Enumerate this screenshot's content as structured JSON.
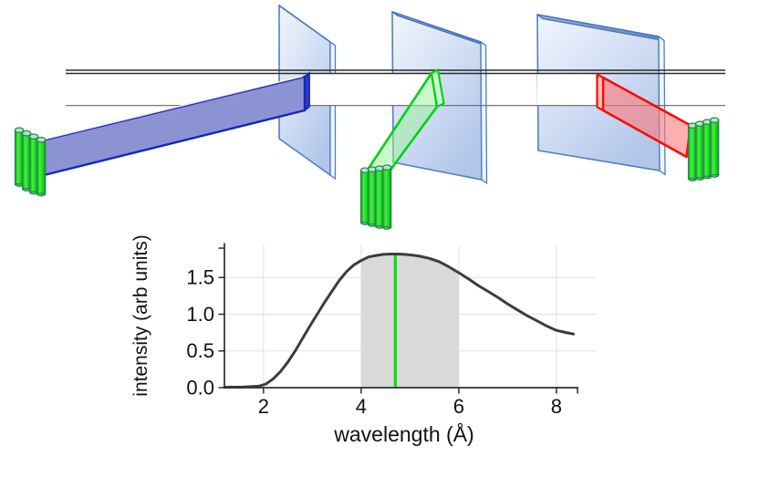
{
  "figure": {
    "background": "#ffffff",
    "diagram": {
      "panels": [
        {
          "name": "chopper-panel-1"
        },
        {
          "name": "chopper-panel-2"
        },
        {
          "name": "chopper-panel-3"
        }
      ],
      "panel_style": {
        "face_light": "#f1f6fd",
        "face_mid": "#d3dff4",
        "face_dark": "#b2c6ea",
        "border": "#4f81bd",
        "bevel": "#7b9cd4",
        "edge_strip": "#eff4fc"
      },
      "guide_lines": {
        "top_color": "#2b2b2b",
        "bottom_color": "#666666"
      },
      "beams": [
        {
          "name": "beam-blue",
          "edge": "#1726bf",
          "face": "#8b93d3",
          "endcap": "#2a3ac4"
        },
        {
          "name": "beam-green",
          "edge": "#00d213",
          "face": "rgba(152,242,152,0.5)",
          "endface": "rgba(208,247,208,0.85)"
        },
        {
          "name": "beam-red",
          "edge": "#f90c00",
          "face": "rgba(255,122,122,0.6)",
          "endface": "#ffc4c4"
        }
      ],
      "tube_banks": [
        {
          "name": "tube-bank-left",
          "tubes": 4
        },
        {
          "name": "tube-bank-center",
          "tubes": 4
        },
        {
          "name": "tube-bank-right",
          "tubes": 4
        }
      ],
      "tube_style": {
        "body": "#1edc1e",
        "body_light": "#44f144",
        "body_edge": "#0da30d",
        "cap": "#a9eeb4",
        "outline": "#2c7d62"
      }
    },
    "chart_data": {
      "type": "line",
      "title": "",
      "xlabel": "wavelength (Å)",
      "ylabel": "intensity (arb units)",
      "xlim": [
        1.2,
        8.45
      ],
      "ylim": [
        0,
        1.95
      ],
      "x_ticks": [
        2,
        4,
        6,
        8
      ],
      "y_ticks": [
        {
          "value": 0,
          "label": "0.0"
        },
        {
          "value": 0.5,
          "label": "0.5"
        },
        {
          "value": 1.0,
          "label": "1.0"
        },
        {
          "value": 1.5,
          "label": "1.5"
        }
      ],
      "grid": true,
      "grid_color": "#e4e4e4",
      "axis_color": "#2e2e2e",
      "band": {
        "x_from": 4,
        "x_to": 6,
        "color": "#d9d9d9"
      },
      "marker": {
        "x": 4.7,
        "color": "#0ce00c"
      },
      "series": [
        {
          "name": "neutron spectrum",
          "color": "#3d3d3d",
          "x": [
            1.2,
            1.6,
            1.9,
            2.05,
            2.2,
            2.35,
            2.5,
            2.65,
            2.8,
            2.95,
            3.1,
            3.25,
            3.4,
            3.55,
            3.7,
            3.85,
            4.0,
            4.15,
            4.3,
            4.45,
            4.6,
            4.75,
            4.9,
            5.05,
            5.2,
            5.4,
            5.6,
            5.8,
            6.0,
            6.2,
            6.4,
            6.6,
            6.8,
            7.0,
            7.2,
            7.4,
            7.6,
            7.8,
            8.0,
            8.2,
            8.35
          ],
          "y": [
            0.005,
            0.01,
            0.02,
            0.05,
            0.12,
            0.22,
            0.35,
            0.5,
            0.67,
            0.84,
            1.0,
            1.16,
            1.31,
            1.46,
            1.58,
            1.67,
            1.73,
            1.78,
            1.8,
            1.815,
            1.82,
            1.82,
            1.815,
            1.805,
            1.79,
            1.76,
            1.715,
            1.645,
            1.565,
            1.48,
            1.39,
            1.31,
            1.23,
            1.14,
            1.06,
            0.98,
            0.91,
            0.84,
            0.78,
            0.75,
            0.73
          ]
        }
      ]
    }
  }
}
